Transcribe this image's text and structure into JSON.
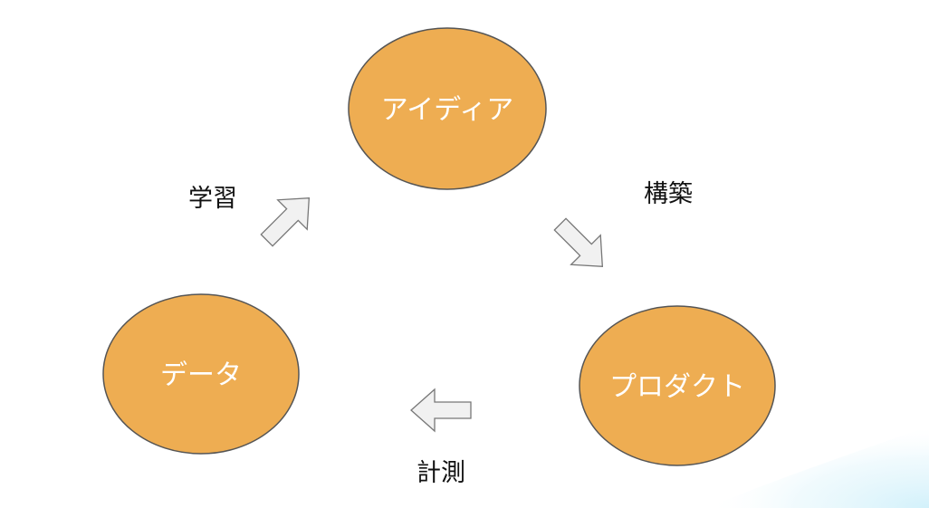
{
  "diagram": {
    "colors": {
      "node_fill": "#EEAD52",
      "node_stroke": "#555555",
      "arrow_fill": "#F1F1F1",
      "arrow_stroke": "#777777",
      "corner_glow": "#DDF4FB"
    },
    "nodes": {
      "idea": {
        "label": "アイディア"
      },
      "product": {
        "label": "プロダクト"
      },
      "data": {
        "label": "データ"
      }
    },
    "edges": {
      "build": {
        "label": "構築",
        "icon": "arrow-down-right-icon"
      },
      "measure": {
        "label": "計測",
        "icon": "arrow-left-icon"
      },
      "learn": {
        "label": "学習",
        "icon": "arrow-up-right-icon"
      }
    }
  }
}
